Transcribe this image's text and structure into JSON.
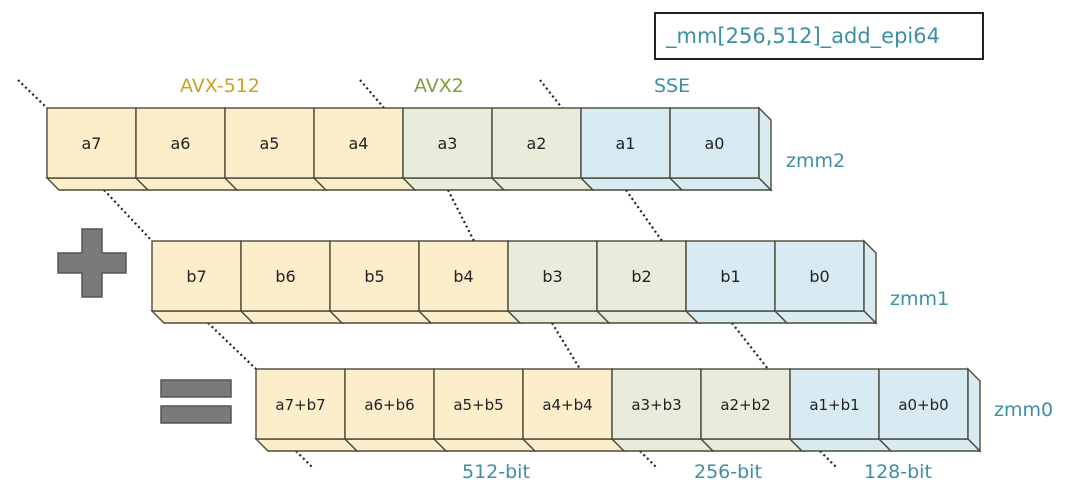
{
  "title": "_mm[256,512]_add_epi64",
  "isa_labels": [
    {
      "name": "AVX-512",
      "color": "#c9a227"
    },
    {
      "name": "AVX2",
      "color": "#7e9e45"
    },
    {
      "name": "SSE",
      "color": "#3d8fa6"
    }
  ],
  "colors": {
    "avx512_fill": "#fdeecb",
    "avx2_fill": "#e8eddb",
    "sse_fill": "#d8eaf2",
    "outline": "#4a4a3a",
    "operator": "#7a7a7a",
    "label": "#3d8fa6"
  },
  "registers": [
    {
      "name": "zmm2",
      "lanes": [
        "a7",
        "a6",
        "a5",
        "a4",
        "a3",
        "a2",
        "a1",
        "a0"
      ]
    },
    {
      "name": "zmm1",
      "lanes": [
        "b7",
        "b6",
        "b5",
        "b4",
        "b3",
        "b2",
        "b1",
        "b0"
      ]
    },
    {
      "name": "zmm0",
      "lanes": [
        "a7+b7",
        "a6+b6",
        "a5+b5",
        "a4+b4",
        "a3+b3",
        "a2+b2",
        "a1+b1",
        "a0+b0"
      ]
    }
  ],
  "lane_groups": [
    "avx512",
    "avx512",
    "avx512",
    "avx512",
    "avx2",
    "avx2",
    "sse",
    "sse"
  ],
  "operators": {
    "first": "plus",
    "second": "equals"
  },
  "width_labels": [
    "512-bit",
    "256-bit",
    "128-bit"
  ]
}
